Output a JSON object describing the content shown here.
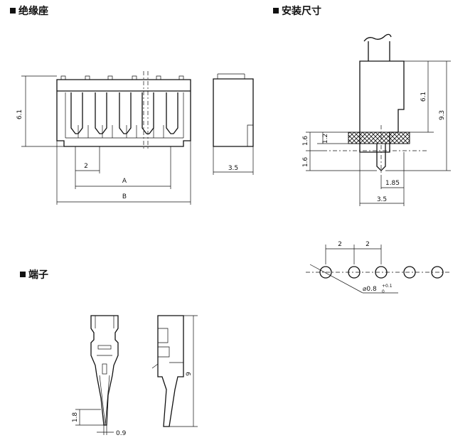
{
  "sections": {
    "housing": "绝缘座",
    "mounting": "安装尺寸",
    "terminal": "端子"
  },
  "dims": {
    "housing_height": "6.1",
    "housing_pitch": "2",
    "dim_a": "A",
    "dim_b": "B",
    "housing_depth": "3.5",
    "mount_total": "9.3",
    "mount_upper": "6.1",
    "mount_board": "1.6",
    "mount_board_inner": "1.2",
    "mount_below": "1.6",
    "mount_offset": "1.85",
    "mount_depth": "3.5",
    "hole_pitch_1": "2",
    "hole_pitch_2": "2",
    "hole_dia": "⌀0.8",
    "hole_tol_sub": "0",
    "hole_tol_sup": "+0.1",
    "term_length": "9",
    "term_tip": "1.8",
    "term_width": "0.9"
  }
}
